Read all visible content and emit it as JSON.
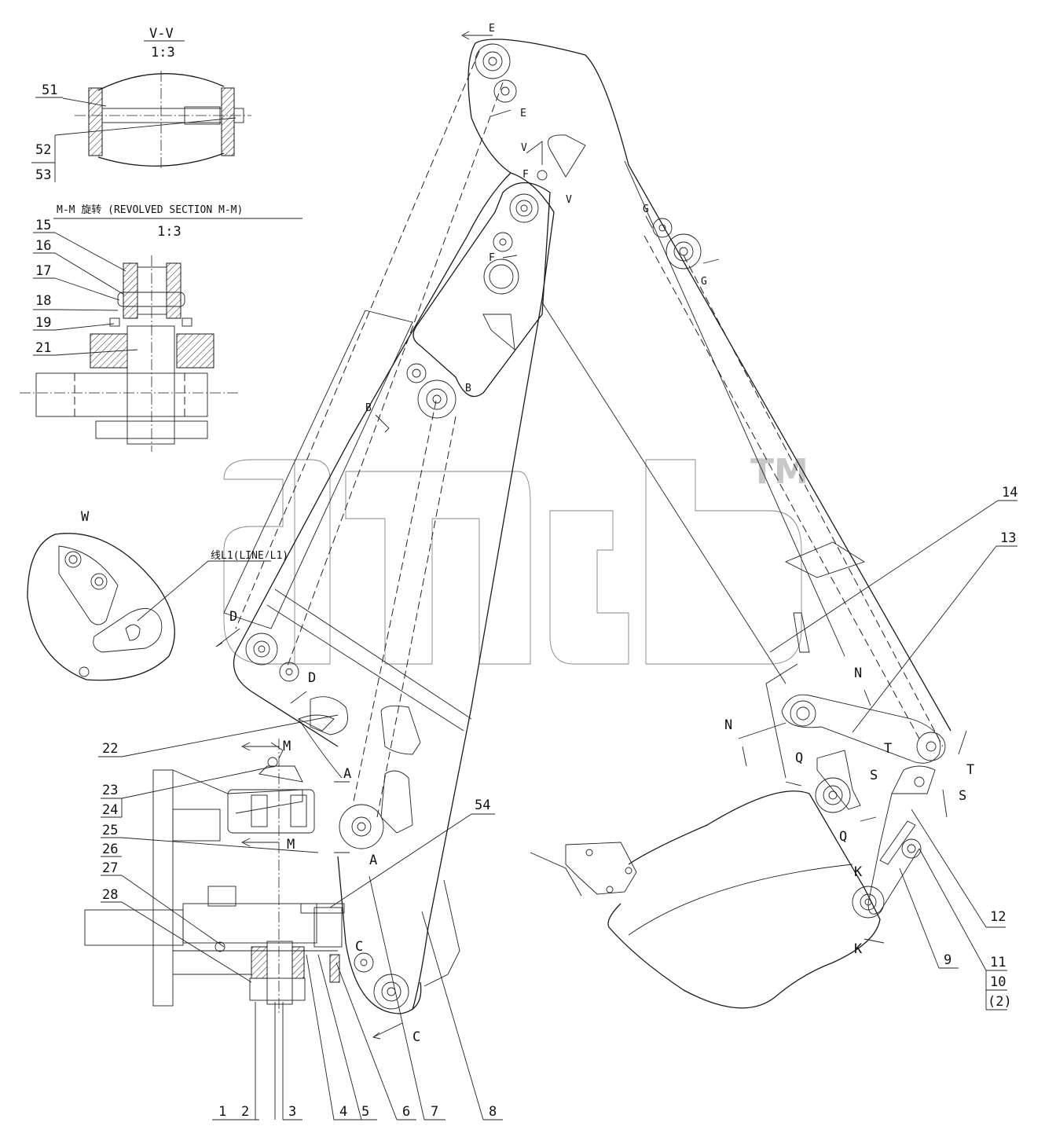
{
  "watermark": {
    "logo_text": "aтcb",
    "trademark": "TM"
  },
  "section_vv": {
    "title": "V-V",
    "scale": "1:3"
  },
  "section_mm": {
    "title": "M-M 旋转 (REVOLVED SECTION M-M)",
    "scale": "1:3"
  },
  "view_w": {
    "title": "W",
    "line_label": "线L1(LINE L1)"
  },
  "part_labels": {
    "p1": "1",
    "p2": "2",
    "p3": "3",
    "p4": "4",
    "p5": "5",
    "p6": "6",
    "p7": "7",
    "p8": "8",
    "p9": "9",
    "p10": "10",
    "p2b": "(2)",
    "p11": "11",
    "p12": "12",
    "p13": "13",
    "p14": "14",
    "p15": "15",
    "p16": "16",
    "p17": "17",
    "p18": "18",
    "p19": "19",
    "p21": "21",
    "p22": "22",
    "p23": "23",
    "p24": "24",
    "p25": "25",
    "p26": "26",
    "p27": "27",
    "p28": "28",
    "p51": "51",
    "p52": "52",
    "p53": "53",
    "p54": "54"
  },
  "section_marks": {
    "A": "A",
    "B": "B",
    "C": "C",
    "D": "D",
    "E": "E",
    "F": "F",
    "G": "G",
    "K": "K",
    "M": "M",
    "N": "N",
    "Q": "Q",
    "S": "S",
    "T": "T",
    "V": "V"
  }
}
